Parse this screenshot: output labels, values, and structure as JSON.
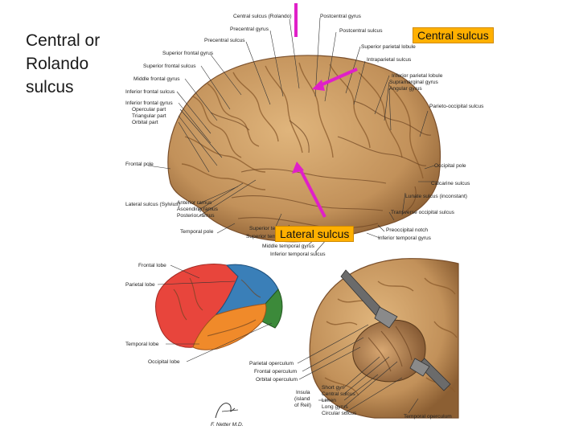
{
  "slide": {
    "title": "Central or\nRolando\nsulcus"
  },
  "callouts": {
    "central": "Central sulcus",
    "lateral": "Lateral sulcus"
  },
  "colors": {
    "callout_bg": "#ffb000",
    "arrow": "#e020c8",
    "brain": "#c99a5e",
    "frontal_lobe": "#e8453c",
    "parietal_lobe": "#3a7fb8",
    "temporal_lobe": "#f08a2a",
    "occipital_lobe": "#3c8a3a"
  },
  "lateral_view_labels": {
    "central_sulcus": "Central sulcus (Rolando)",
    "precentral_gyrus": "Precentral gyrus",
    "postcentral_gyrus": "Postcentral gyrus",
    "postcentral_sulcus": "Postcentral sulcus",
    "precentral_sulcus": "Precentral sulcus",
    "superior_parietal_lobule": "Superior parietal lobule",
    "superior_frontal_gyrus": "Superior frontal gyrus",
    "intraparietal_sulcus": "Intraparietal sulcus",
    "superior_frontal_sulcus": "Superior frontal sulcus",
    "inferior_parietal_lobule": "Inferior parietal lobule",
    "middle_frontal_gyrus": "Middle frontal gyrus",
    "supramarginal_gyrus": "Supramarginal gyrus",
    "angular_gyrus": "Angular gyrus",
    "inferior_frontal_sulcus": "Inferior frontal sulcus",
    "inferior_frontal_gyrus": "Inferior frontal gyrus",
    "opercular_part": "Opercular part",
    "triangular_part": "Triangular part",
    "orbital_part": "Orbital part",
    "parieto_occipital_sulcus": "Parieto-occipital sulcus",
    "frontal_pole": "Frontal pole",
    "occipital_pole": "Occipital pole",
    "calcarine_sulcus": "Calcarine sulcus",
    "lateral_sulcus": "Lateral sulcus (Sylvius)",
    "anterior_ramus": "Anterior ramus",
    "ascending_ramus": "Ascending ramus",
    "posterior_ramus": "Posterior ramus",
    "lunate_sulcus": "Lunate sulcus (inconstant)",
    "transverse_occipital_sulcus": "Transverse occipital sulcus",
    "temporal_pole": "Temporal pole",
    "superior_temporal_gyrus": "Superior temporal gyrus",
    "superior_temporal_sulcus": "Superior temporal sulcus",
    "preoccipital_notch": "Preoccipital notch",
    "inferior_temporal_gyrus": "Inferior temporal gyrus",
    "middle_temporal_gyrus": "Middle temporal gyrus",
    "inferior_temporal_sulcus": "Inferior temporal sulcus"
  },
  "lobe_view_labels": {
    "frontal_lobe": "Frontal lobe",
    "parietal_lobe": "Parietal lobe",
    "temporal_lobe": "Temporal lobe",
    "occipital_lobe": "Occipital lobe"
  },
  "insula_view_labels": {
    "parietal_operculum": "Parietal operculum",
    "frontal_operculum": "Frontal operculum",
    "orbital_operculum": "Orbital operculum",
    "short_gyri": "Short gyri",
    "central_sulcus": "Central sulcus",
    "limen": "Limen",
    "long_gyrus": "Long gyrus",
    "circular_sulcus": "Circular sulcus",
    "insula": "Insula",
    "island": "(island",
    "of_reil": "of Reil)",
    "temporal_operculum": "Temporal operculum"
  },
  "signature": "F. Netter M.D."
}
